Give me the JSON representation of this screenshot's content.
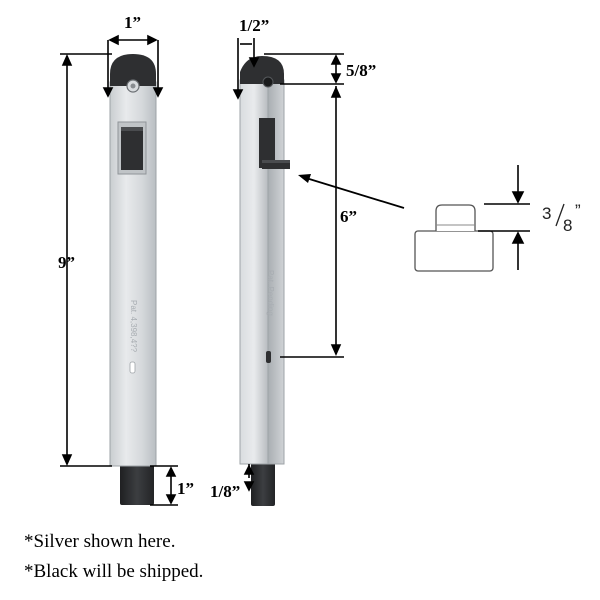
{
  "dimensions": {
    "front_width": "1”",
    "front_height": "9”",
    "front_tip": "1”",
    "side_width": "1/2”",
    "hole_offset": "5/8”",
    "hole_span": "6”",
    "tip_thickness": "1/8”",
    "latch_height_whole": "3",
    "latch_height_fraction": "8",
    "latch_height_unit": "”"
  },
  "notes": {
    "line1": "*Silver shown here.",
    "line2": "*Black will be shipped."
  },
  "colors": {
    "metal_light": "#e4e6e8",
    "metal_mid": "#c6cacd",
    "metal_dark": "#9ea3a7",
    "plastic": "#2e2f31",
    "ink": "#000000"
  }
}
